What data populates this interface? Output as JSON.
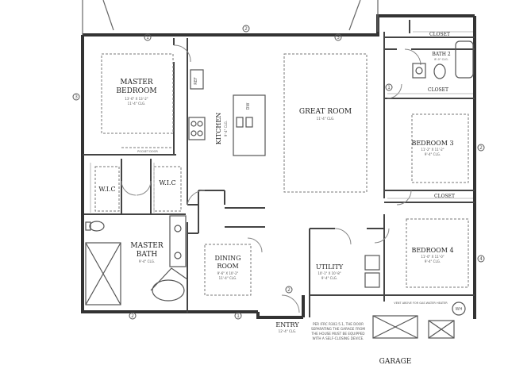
{
  "rooms": {
    "master_bedroom": {
      "line1": "MASTER",
      "line2": "BEDROOM",
      "dims": "13'-6\" X 13'-2\"",
      "ceiling": "11'-4\" CLG."
    },
    "great_room": {
      "name": "GREAT ROOM",
      "ceiling": "11'-4\" CLG."
    },
    "kitchen": {
      "name": "KITCHEN",
      "ceiling": "9'-4\" CLG."
    },
    "bedroom3": {
      "name": "BEDROOM 3",
      "dims": "11'-2\" X 11'-2\"",
      "ceiling": "9'-4\" CLG."
    },
    "bedroom4": {
      "name": "BEDROOM 4",
      "dims": "11'-0\" X 11'-0\"",
      "ceiling": "9'-4\" CLG."
    },
    "bath2": {
      "name": "BATH 2",
      "ceiling": "8'-0\" CLG."
    },
    "closet_top": {
      "name": "CLOSET"
    },
    "closet_bath": {
      "name": "CLOSET"
    },
    "closet_bed4": {
      "name": "CLOSET"
    },
    "wic_left": {
      "name": "W.I.C"
    },
    "wic_right": {
      "name": "W.I.C"
    },
    "master_bath": {
      "line1": "MASTER",
      "line2": "BATH",
      "ceiling": "9'-4\" CLG."
    },
    "dining_room": {
      "line1": "DINING",
      "line2": "ROOM",
      "dims": "9'-6\" X 10'-2\"",
      "ceiling": "11'-4\" CLG."
    },
    "utility": {
      "name": "UTILITY",
      "dims": "10'-1\" X 10'-8\"",
      "ceiling": "9'-4\" CLG."
    },
    "entry": {
      "name": "ENTRY",
      "ceiling": "12'-4\" CLG."
    },
    "garage": {
      "name": "GARAGE"
    }
  },
  "fixtures": {
    "refrigerator": "REF",
    "dishwasher": "DW",
    "water_heater": "WH",
    "pocket_door_note": "POCKET DOOR"
  },
  "notes": {
    "fire_code": [
      "PER IFRC R302.5.1, THE DOOR",
      "SEPARATING THE GARAGE FROM",
      "THE HOUSE MUST BE EQUIPPED",
      "WITH A SELF-CLOSING DEVICE."
    ],
    "garage_vent": "VENT ABOVE FOR GAS WATER HEATER"
  },
  "grid_markers": [
    "2",
    "3",
    "1",
    "3",
    "2",
    "4",
    "2",
    "1",
    "2",
    "1"
  ]
}
